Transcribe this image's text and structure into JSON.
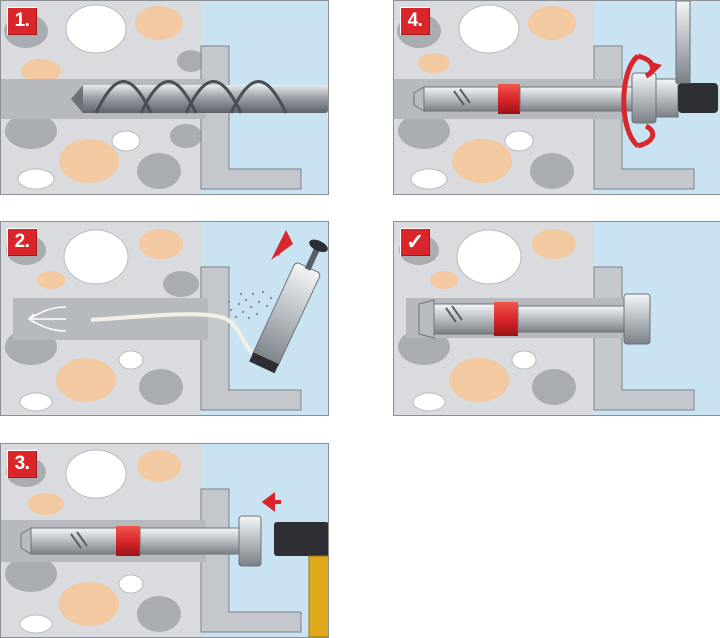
{
  "steps": [
    {
      "id": "p1",
      "label": "1.",
      "action": "drill"
    },
    {
      "id": "p2",
      "label": "2.",
      "action": "blow-out"
    },
    {
      "id": "p3",
      "label": "3.",
      "action": "hammer-in"
    },
    {
      "id": "p4",
      "label": "4.",
      "action": "tighten"
    },
    {
      "id": "p5",
      "label": "✓",
      "action": "installed"
    }
  ],
  "colors": {
    "concrete": "#d9dbde",
    "stone_grey": "#a9adb2",
    "stone_tan": "#f2c9a0",
    "stone_white": "#ffffff",
    "air": "#c9e3f2",
    "bracket": "#c4c7cb",
    "accent_red": "#d9262b",
    "sleeve_red": "#d9262b",
    "hammer_handle": "#e0a81c"
  }
}
